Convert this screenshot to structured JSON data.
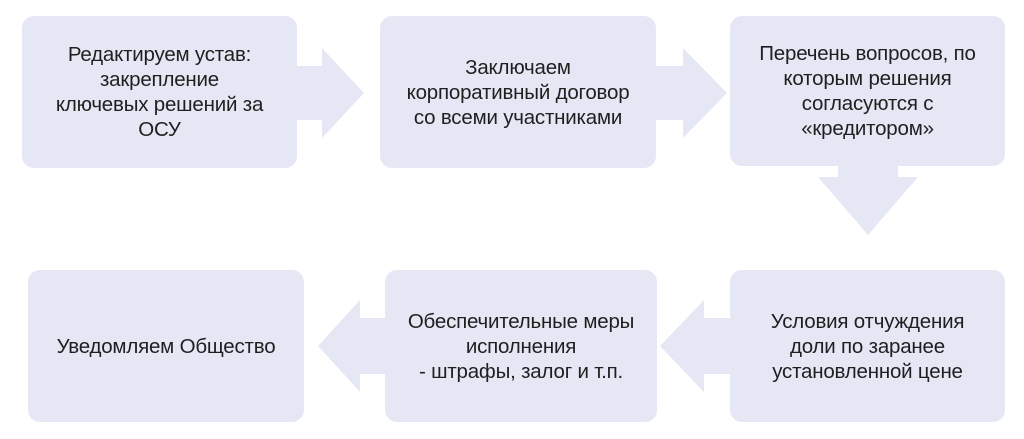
{
  "steps": [
    {
      "text": "Редактируем устав:\nзакрепление\nключевых решений за ОСУ"
    },
    {
      "text": "Заключаем\nкорпоративный договор\nсо всеми участниками"
    },
    {
      "text": "Перечень вопросов, по\nкоторым решения\nсогласуются с\n«кредитором»"
    },
    {
      "text": "Условия отчуждения\nдоли по заранее\nустановленной цене"
    },
    {
      "text": "Обеспечительные меры\nисполнения\n- штрафы, залог и т.п."
    },
    {
      "text": "Уведомляем Общество"
    }
  ],
  "colors": {
    "box": "#e6e7f4",
    "text": "#1f1f1f"
  }
}
